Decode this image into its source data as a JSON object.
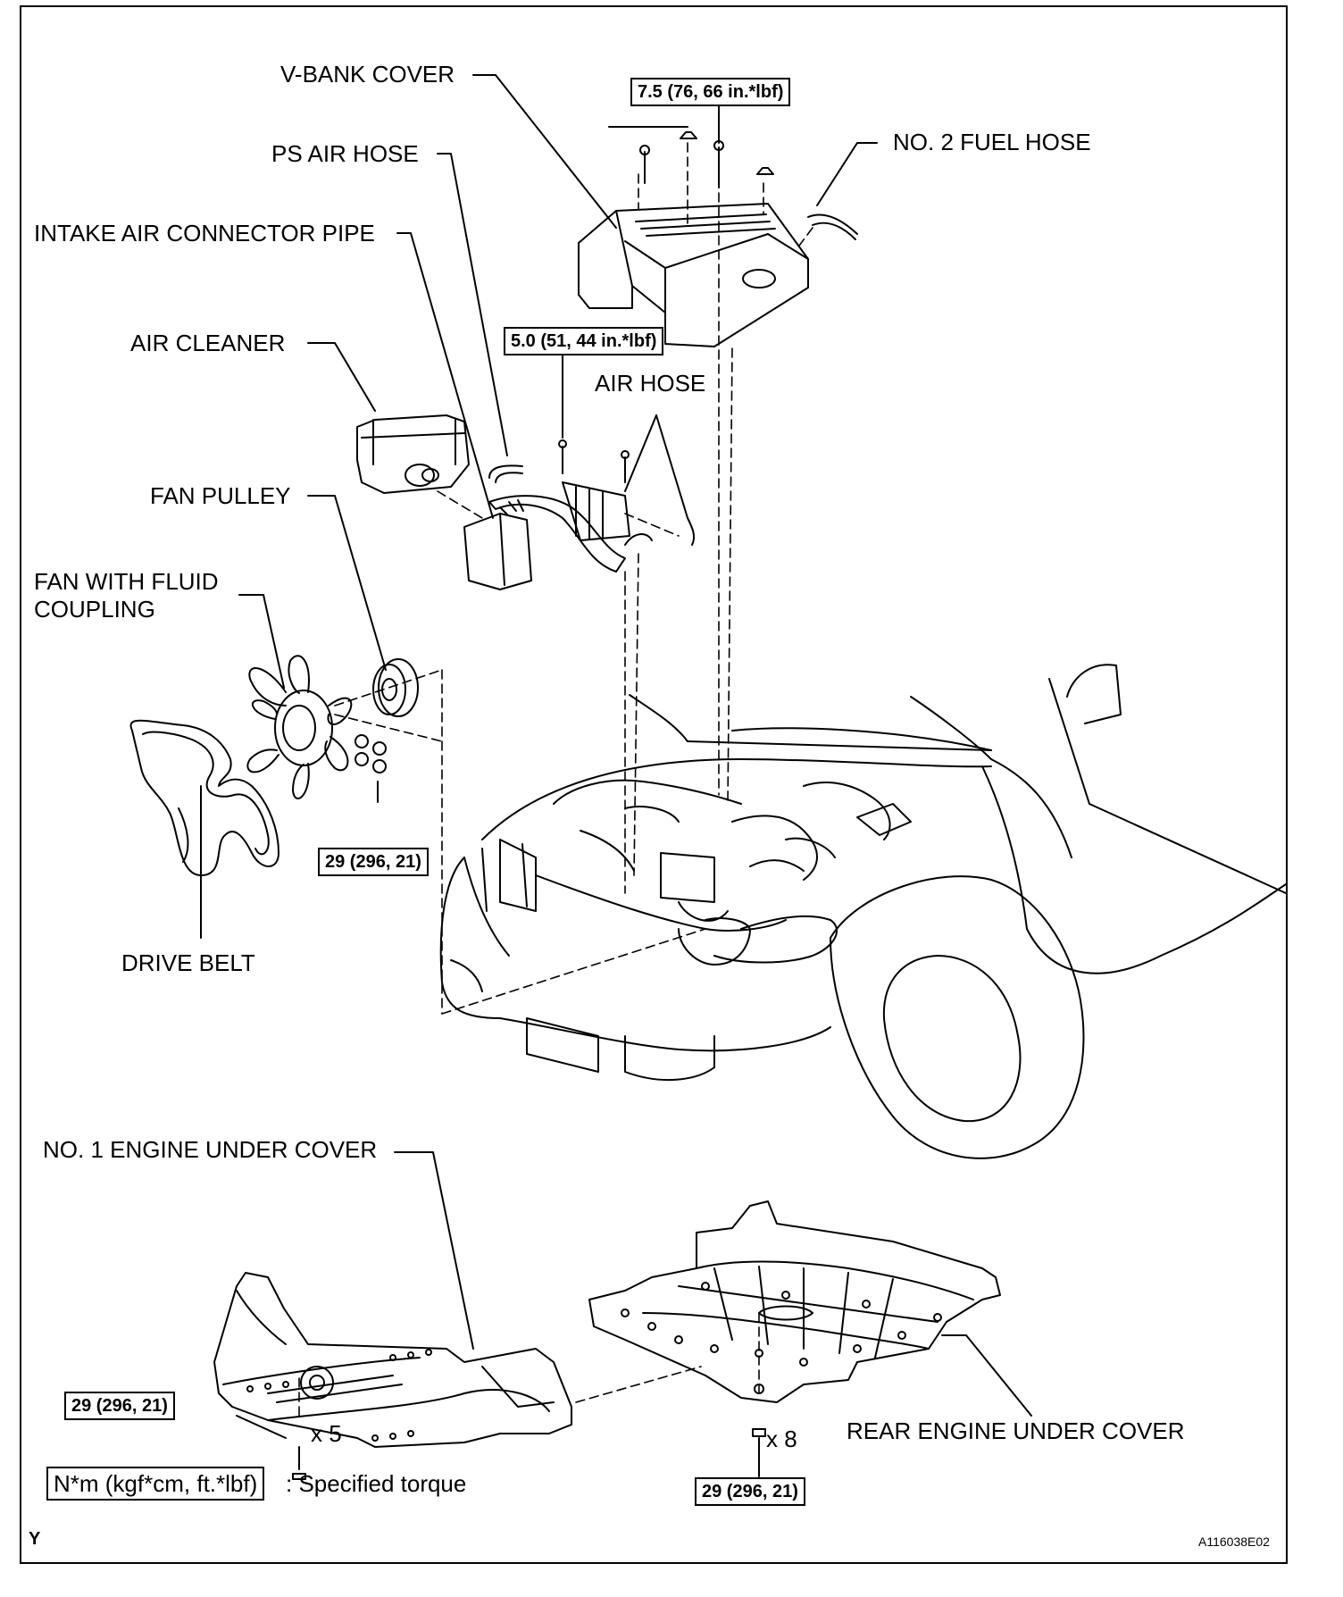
{
  "labels": {
    "v_bank_cover": "V-BANK COVER",
    "ps_air_hose": "PS AIR HOSE",
    "intake_air_connector_pipe": "INTAKE AIR CONNECTOR PIPE",
    "air_cleaner": "AIR CLEANER",
    "fan_pulley": "FAN PULLEY",
    "fan_with_fluid_coupling_line1": "FAN WITH FLUID",
    "fan_with_fluid_coupling_line2": "COUPLING",
    "drive_belt": "DRIVE BELT",
    "no2_fuel_hose": "NO. 2 FUEL HOSE",
    "air_hose": "AIR HOSE",
    "no1_engine_under_cover": "NO. 1 ENGINE UNDER COVER",
    "rear_engine_under_cover": "REAR ENGINE UNDER COVER"
  },
  "torques": {
    "v_bank_cover_bolt": "7.5 (76, 66 in.*lbf)",
    "air_hose_bolt": "5.0 (51, 44 in.*lbf)",
    "fan_nut": "29 (296, 21)",
    "under_cover_front": "29 (296, 21)",
    "under_cover_rear": "29 (296, 21)"
  },
  "quantities": {
    "front_bolts": "x 5",
    "rear_bolts": "x 8"
  },
  "legend": {
    "unit_box": "N*m (kgf*cm, ft.*lbf)",
    "description": ": Specified torque"
  },
  "footer": {
    "corner_mark": "Y",
    "figure_id": "A116038E02"
  }
}
